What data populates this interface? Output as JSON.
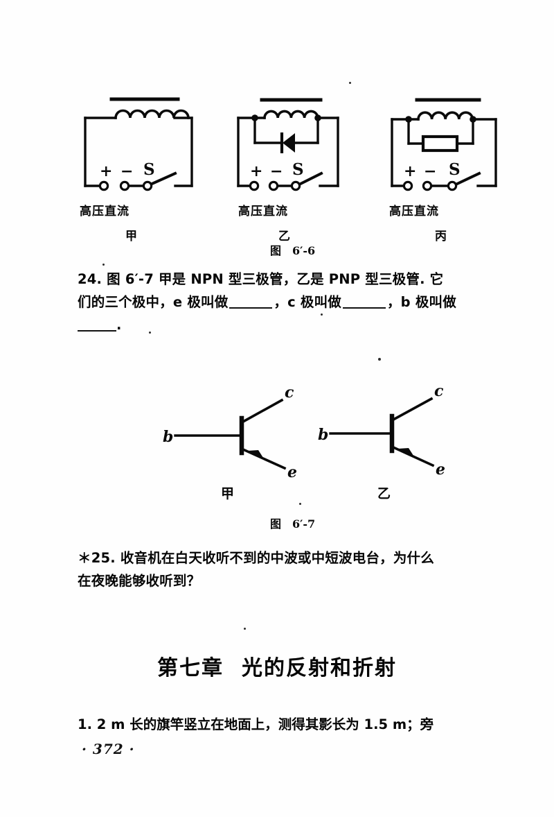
{
  "page": {
    "number": "· 372 ·",
    "background_color": "#fefefe",
    "ink_color": "#050505"
  },
  "figure_6_6": {
    "caption_label": "图",
    "caption_number": "6′-6",
    "circuits": [
      {
        "id": "jia",
        "panel_label": "甲",
        "source_label": "高压直流",
        "terminal_plus": "+",
        "terminal_minus": "−",
        "switch_label": "S",
        "components": [
          "coil",
          "switch"
        ]
      },
      {
        "id": "yi",
        "panel_label": "乙",
        "source_label": "高压直流",
        "terminal_plus": "+",
        "terminal_minus": "−",
        "switch_label": "S",
        "components": [
          "coil",
          "diode",
          "switch"
        ]
      },
      {
        "id": "bing",
        "panel_label": "丙",
        "source_label": "高压直流",
        "terminal_plus": "+",
        "terminal_minus": "−",
        "switch_label": "S",
        "components": [
          "coil",
          "resistor",
          "switch"
        ]
      }
    ]
  },
  "question_24": {
    "line1": "24. 图 6′-7 甲是 NPN 型三极管，乙是 PNP 型三极管. 它",
    "line2_a": "们的三个极中，e 极叫做",
    "line2_b": "，c 极叫做",
    "line2_c": "，b 极叫做",
    "line3": "."
  },
  "figure_6_7": {
    "caption_label": "图",
    "caption_number": "6′-7",
    "transistors": [
      {
        "id": "jia",
        "panel_label": "甲",
        "type": "NPN",
        "terminal_base": "b",
        "terminal_collector": "c",
        "terminal_emitter": "e"
      },
      {
        "id": "yi",
        "panel_label": "乙",
        "type": "PNP",
        "terminal_base": "b",
        "terminal_collector": "c",
        "terminal_emitter": "e"
      }
    ]
  },
  "question_25": {
    "line1": "＊25. 收音机在白天收听不到的中波或中短波电台，为什么",
    "line2": "在夜晚能够收听到？"
  },
  "chapter": {
    "number_text": "第七章",
    "title_text": "光的反射和折射"
  },
  "last_paragraph": {
    "line1": "1. 2 m 长的旗竿竖立在地面上，测得其影长为 1.5 m；旁"
  }
}
